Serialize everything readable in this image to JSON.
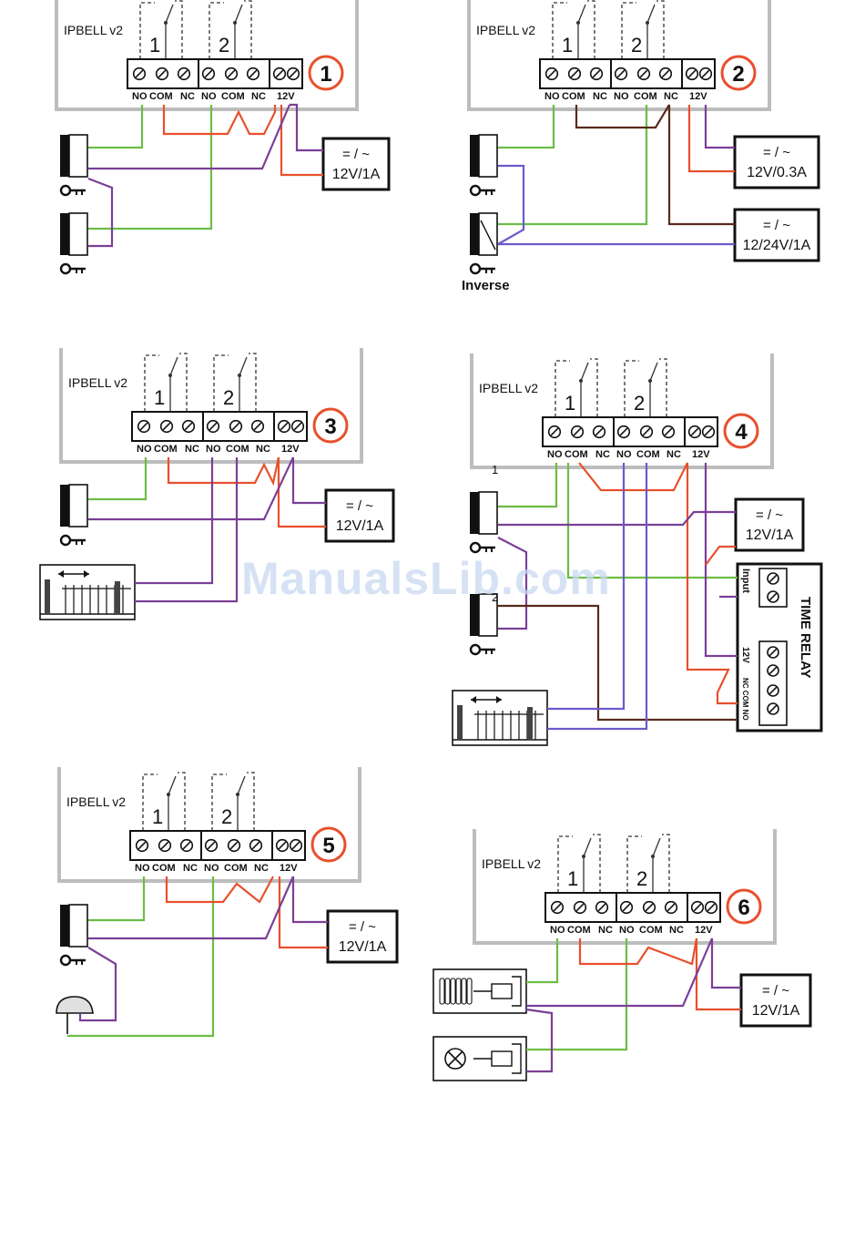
{
  "device_label": "IPBELL v2",
  "relay_numbers": [
    "1",
    "2"
  ],
  "terminal_labels": [
    "NO",
    "COM",
    "NC",
    "NO",
    "COM",
    "NC",
    "12V"
  ],
  "diagram_numbers": [
    "1",
    "2",
    "3",
    "4",
    "5",
    "6"
  ],
  "power_supplies": {
    "d1": [
      "= / ~",
      "12V/1A"
    ],
    "d2a": [
      "= / ~",
      "12V/0.3A"
    ],
    "d2b": [
      "= / ~",
      "12/24V/1A"
    ],
    "d3": [
      "= / ~",
      "12V/1A"
    ],
    "d4": [
      "= / ~",
      "12V/1A"
    ],
    "d5": [
      "= / ~",
      "12V/1A"
    ],
    "d6": [
      "= / ~",
      "12V/1A"
    ]
  },
  "inverse_label": "Inverse",
  "time_relay": {
    "title": "TIME RELAY",
    "input_label": "Input",
    "power_label": "12V",
    "output_label": "NC COM NO"
  },
  "d4_markers": [
    "1",
    "2"
  ],
  "watermark": "ManualsLib.com",
  "colors": {
    "green": "#6cbd45",
    "red": "#e8502d",
    "purple": "#7b3f98",
    "brown": "#5a2a1a",
    "blue_purple": "#6a5acd",
    "device_outline": "#bdbdbd",
    "badge": "#e8502d"
  }
}
